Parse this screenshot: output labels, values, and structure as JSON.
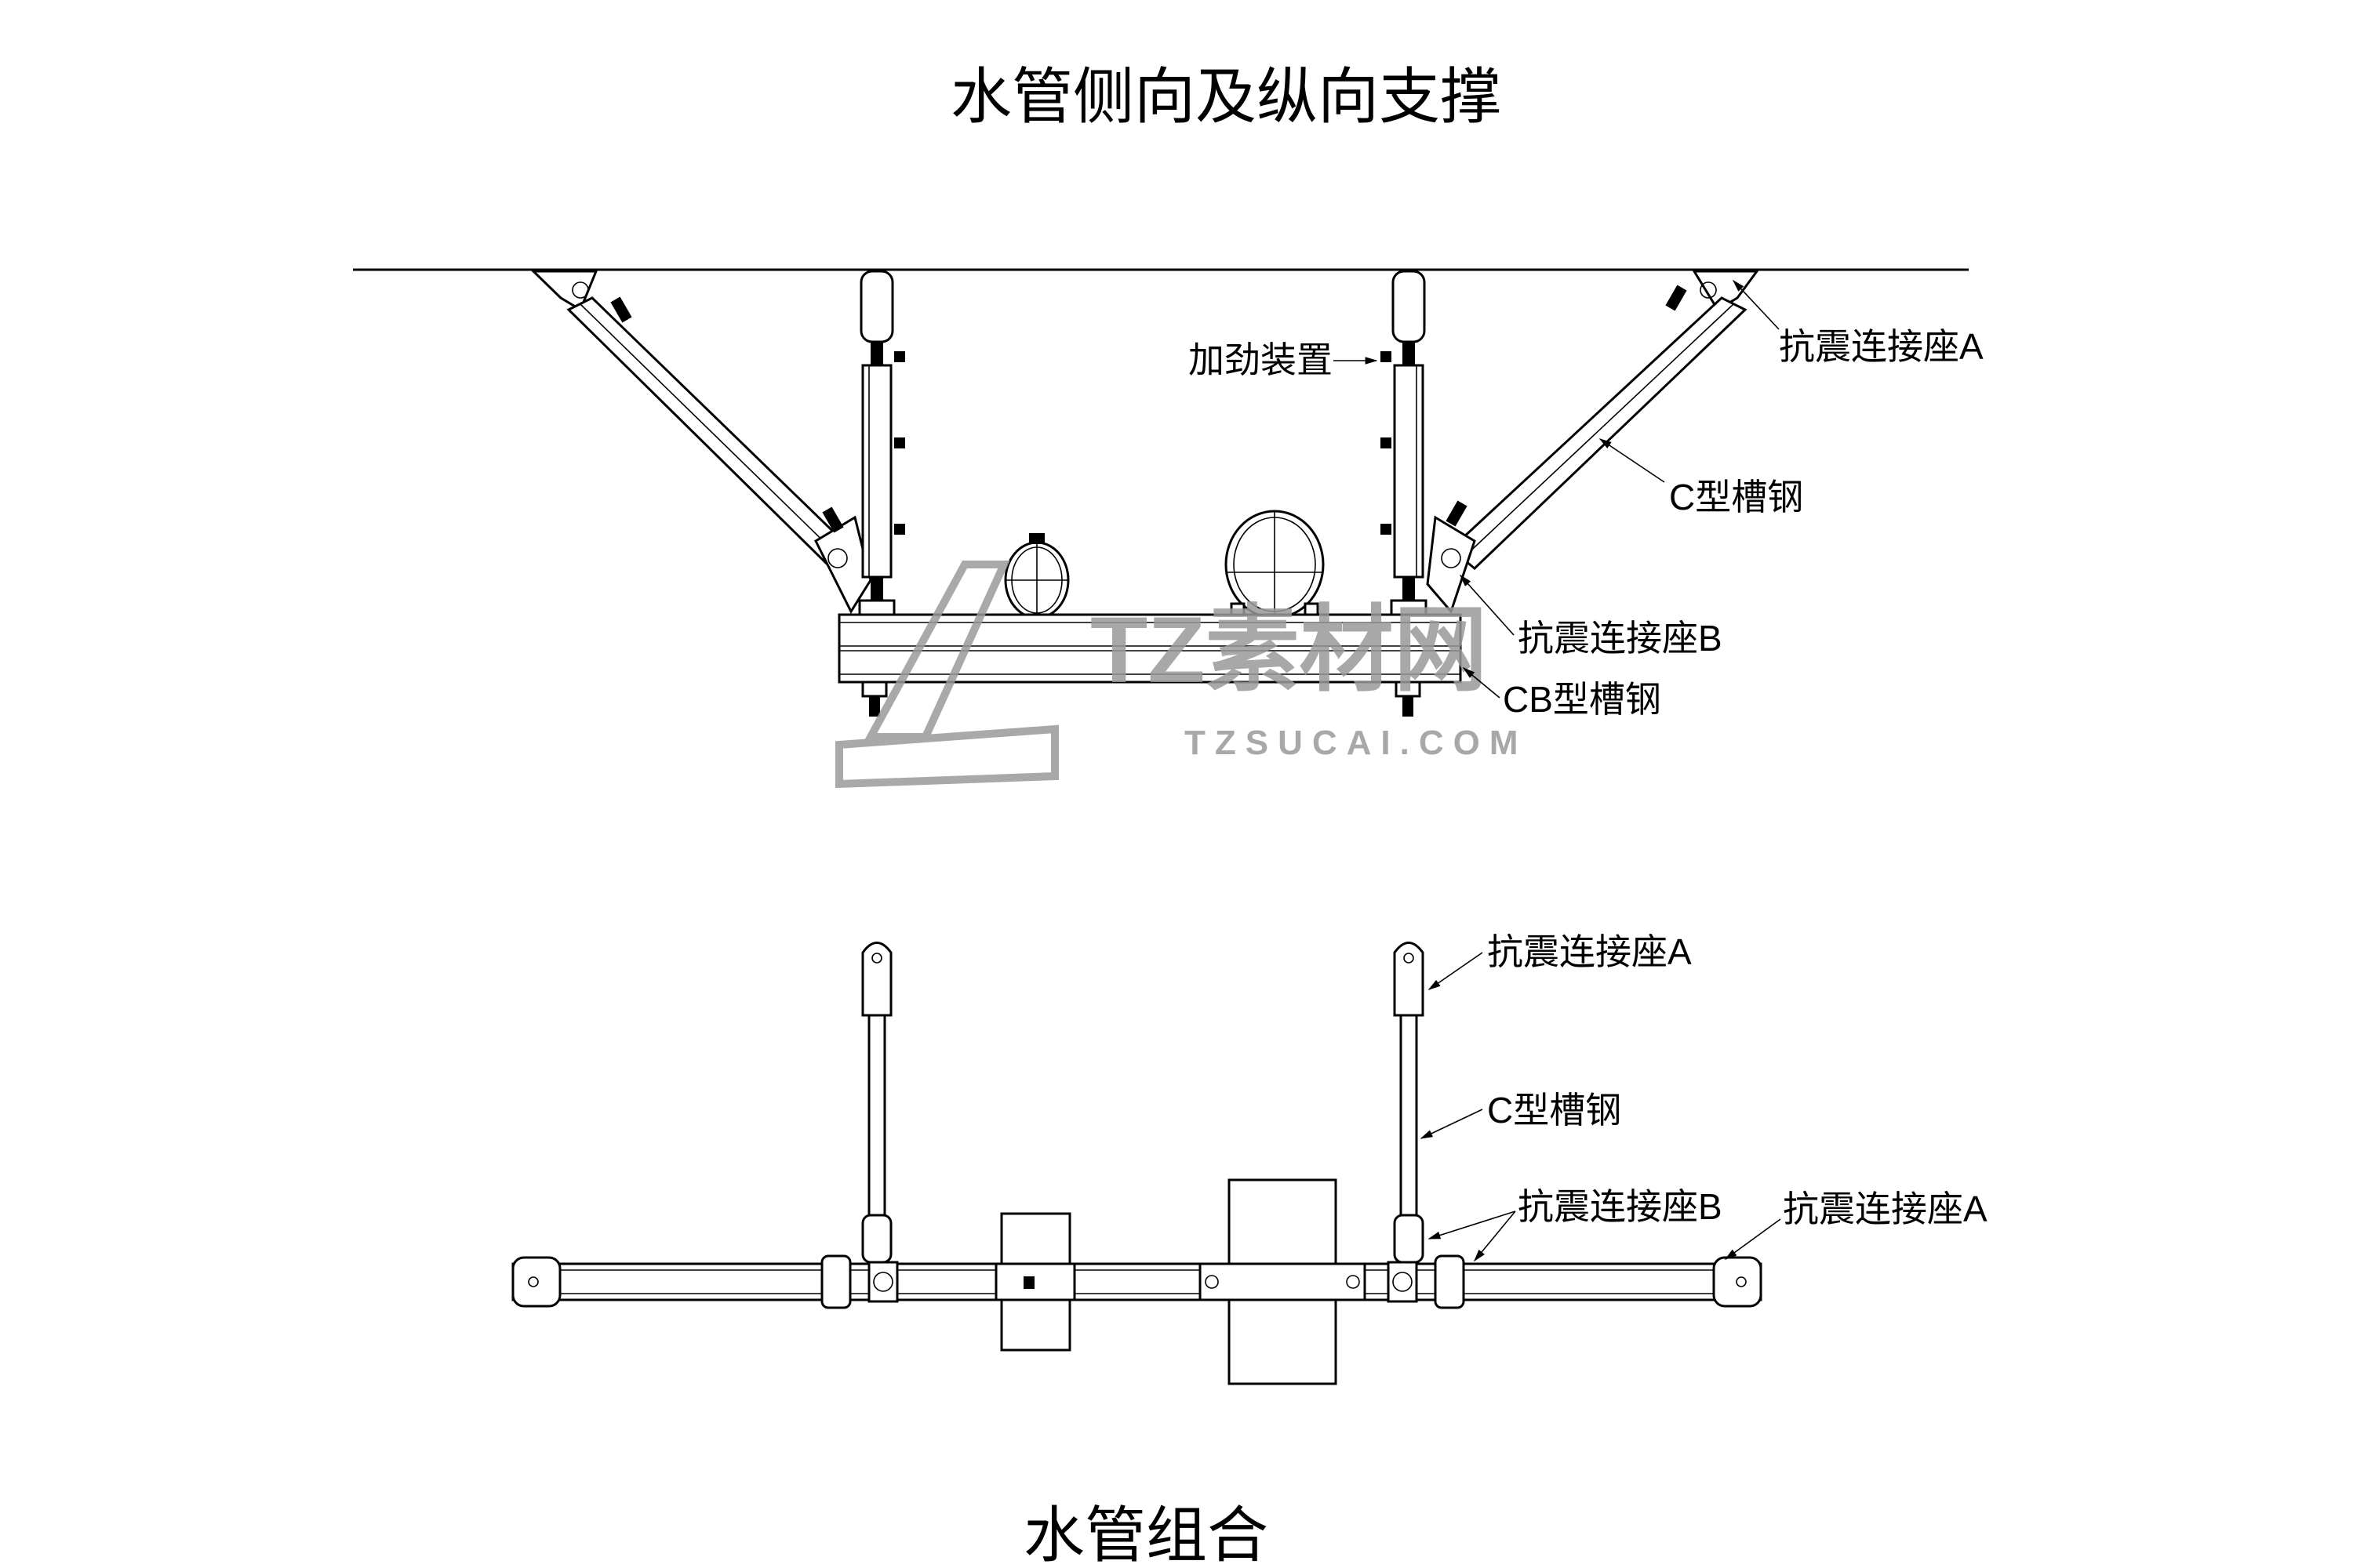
{
  "top_view": {
    "title": "水管侧向及纵向支撑",
    "labels": {
      "stiffener": "加劲装置",
      "seismic_connector_a": "抗震连接座A",
      "c_channel": "C型槽钢",
      "seismic_connector_b": "抗震连接座B",
      "cb_channel": "CB型槽钢"
    }
  },
  "bottom_view": {
    "title": "水管组合",
    "labels": {
      "seismic_connector_a_top": "抗震连接座A",
      "c_channel": "C型槽钢",
      "seismic_connector_b": "抗震连接座B",
      "seismic_connector_a_right": "抗震连接座A"
    }
  },
  "watermark": {
    "brand": "TZ素材网",
    "url": "TZSUCAI.COM"
  }
}
